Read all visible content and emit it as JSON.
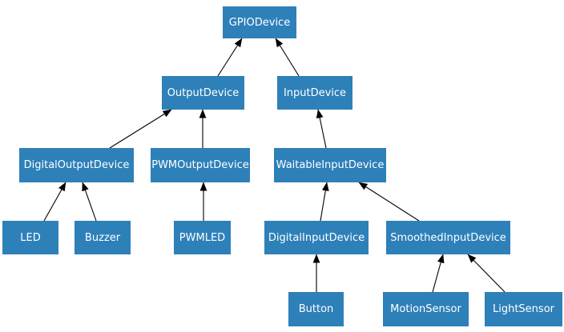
{
  "colors": {
    "node_fill": "#2e80b9",
    "node_text": "#ffffff",
    "edge": "#000000",
    "background": "#ffffff"
  },
  "nodes": [
    {
      "id": "gpiodevice",
      "label": "GPIODevice"
    },
    {
      "id": "outputdevice",
      "label": "OutputDevice"
    },
    {
      "id": "inputdevice",
      "label": "InputDevice"
    },
    {
      "id": "digitaloutputdevice",
      "label": "DigitalOutputDevice"
    },
    {
      "id": "pwmoutputdevice",
      "label": "PWMOutputDevice"
    },
    {
      "id": "waitableinputdevice",
      "label": "WaitableInputDevice"
    },
    {
      "id": "led",
      "label": "LED"
    },
    {
      "id": "buzzer",
      "label": "Buzzer"
    },
    {
      "id": "pwmled",
      "label": "PWMLED"
    },
    {
      "id": "digitalinputdevice",
      "label": "DigitalInputDevice"
    },
    {
      "id": "smoothedinputdevice",
      "label": "SmoothedInputDevice"
    },
    {
      "id": "button",
      "label": "Button"
    },
    {
      "id": "motionsensor",
      "label": "MotionSensor"
    },
    {
      "id": "lightsensor",
      "label": "LightSensor"
    }
  ],
  "edges": [
    {
      "from": "OutputDevice",
      "to": "GPIODevice"
    },
    {
      "from": "InputDevice",
      "to": "GPIODevice"
    },
    {
      "from": "DigitalOutputDevice",
      "to": "OutputDevice"
    },
    {
      "from": "PWMOutputDevice",
      "to": "OutputDevice"
    },
    {
      "from": "WaitableInputDevice",
      "to": "InputDevice"
    },
    {
      "from": "LED",
      "to": "DigitalOutputDevice"
    },
    {
      "from": "Buzzer",
      "to": "DigitalOutputDevice"
    },
    {
      "from": "PWMLED",
      "to": "PWMOutputDevice"
    },
    {
      "from": "DigitalInputDevice",
      "to": "WaitableInputDevice"
    },
    {
      "from": "SmoothedInputDevice",
      "to": "WaitableInputDevice"
    },
    {
      "from": "Button",
      "to": "DigitalInputDevice"
    },
    {
      "from": "MotionSensor",
      "to": "SmoothedInputDevice"
    },
    {
      "from": "LightSensor",
      "to": "SmoothedInputDevice"
    }
  ]
}
